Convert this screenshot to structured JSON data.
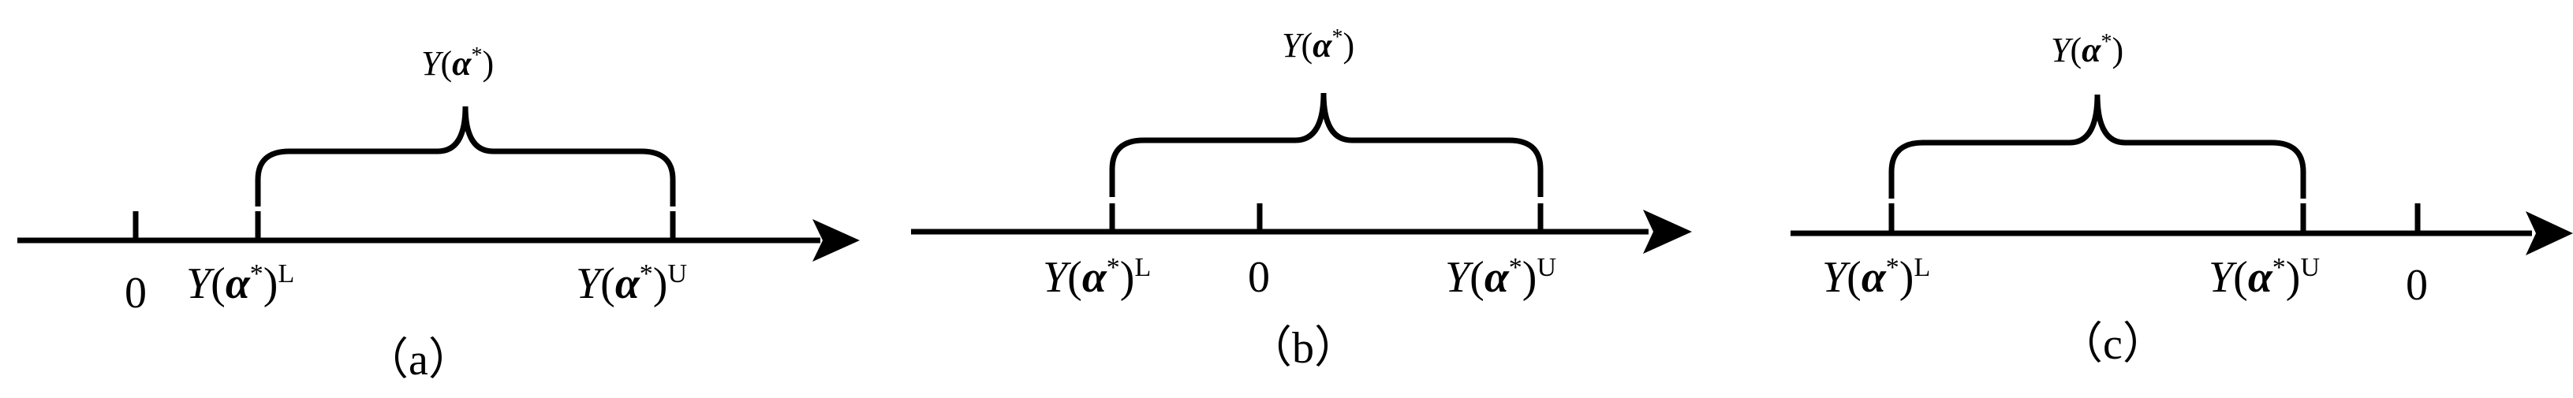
{
  "panels": [
    {
      "id": "a",
      "caption": "（a）",
      "zero_label": "0",
      "lower_label": {
        "Y": "Y",
        "open": "(",
        "alpha": "α",
        "star": "*",
        "close": ")",
        "sup": "L"
      },
      "upper_label": {
        "Y": "Y",
        "open": "(",
        "alpha": "α",
        "star": "*",
        "close": ")",
        "sup": "U"
      },
      "brace_label": {
        "Y": "Y",
        "open": "(",
        "alpha": "α",
        "star": "*",
        "close": ")"
      }
    },
    {
      "id": "b",
      "caption": "（b）",
      "zero_label": "0",
      "lower_label": {
        "Y": "Y",
        "open": "(",
        "alpha": "α",
        "star": "*",
        "close": ")",
        "sup": "L"
      },
      "upper_label": {
        "Y": "Y",
        "open": "(",
        "alpha": "α",
        "star": "*",
        "close": ")",
        "sup": "U"
      },
      "brace_label": {
        "Y": "Y",
        "open": "(",
        "alpha": "α",
        "star": "*",
        "close": ")"
      }
    },
    {
      "id": "c",
      "caption": "（c）",
      "zero_label": "0",
      "lower_label": {
        "Y": "Y",
        "open": "(",
        "alpha": "α",
        "star": "*",
        "close": ")",
        "sup": "L"
      },
      "upper_label": {
        "Y": "Y",
        "open": "(",
        "alpha": "α",
        "star": "*",
        "close": ")",
        "sup": "U"
      },
      "brace_label": {
        "Y": "Y",
        "open": "(",
        "alpha": "α",
        "star": "*",
        "close": ")"
      }
    }
  ]
}
